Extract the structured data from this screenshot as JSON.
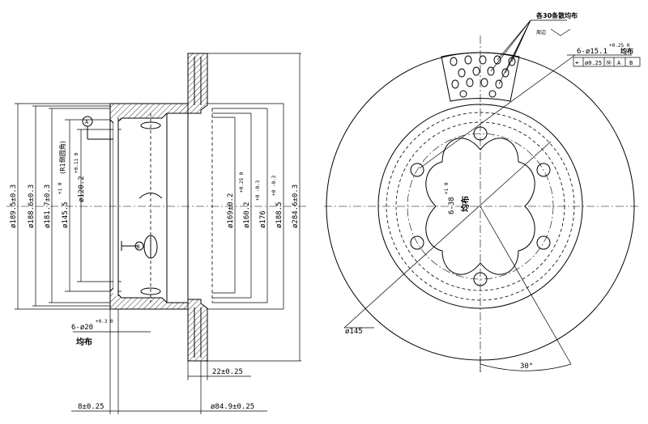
{
  "section_view": {
    "dims_left": [
      {
        "text": "ø189.5±0.3"
      },
      {
        "text": "ø188.6±0.3"
      },
      {
        "text": "ø181.7±0.3"
      },
      {
        "text": "ø145.5",
        "tol": "+1 0",
        "note": "(R1倒圆角)"
      },
      {
        "text": "ø120.2",
        "tol": "+0.11 0"
      }
    ],
    "dims_right": [
      {
        "text": "ø169±0.2"
      },
      {
        "text": "ø160.2",
        "tol": "+0.25 0"
      },
      {
        "text": "ø176",
        "tol": "+0 -0.3"
      },
      {
        "text": "ø188.5",
        "tol": "+0 -0.3"
      },
      {
        "text": "ø284.6±0.3"
      }
    ],
    "datum_label": "A",
    "datum_b_label": "B",
    "hole_label": "6-ø20",
    "hole_tol": "+0.3 0",
    "hole_note": "均布",
    "dim_22": "22±0.25",
    "dim_8": "8±0.25",
    "dim_84": "ø84.9±0.25"
  },
  "front_view": {
    "vent_note": "各30条散均布",
    "vent_sub": "周边",
    "hole_callout": "6-ø15.1",
    "hole_callout_tol": "+0.25 0",
    "hole_callout_note": "均布",
    "tolerance_frame": [
      "⌖",
      "ø0.25",
      "Ⓜ",
      "A",
      "B"
    ],
    "lobe_label": "6-38",
    "lobe_tol": "+1 0",
    "lobe_note": "均布",
    "dia_145": "ø145",
    "angle": "30°"
  }
}
